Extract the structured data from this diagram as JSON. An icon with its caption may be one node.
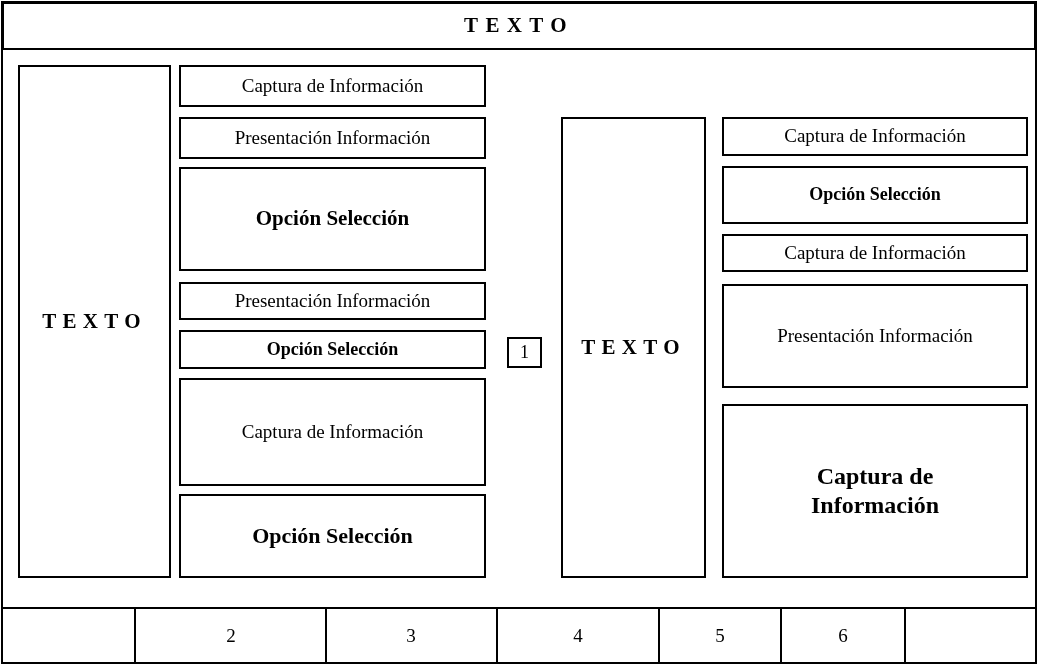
{
  "diagram": {
    "nodes": [
      {
        "text": [
          "TEXTO"
        ]
      },
      {
        "text": [
          "TEXTO"
        ]
      },
      {
        "text": [
          "Captura de Información"
        ]
      },
      {
        "text": [
          "Presentación Información"
        ]
      },
      {
        "text": [
          "Opción Selección"
        ]
      },
      {
        "text": [
          "Presentación Información"
        ]
      },
      {
        "text": [
          "Opción Selección"
        ]
      },
      {
        "text": [
          "Captura de Información"
        ]
      },
      {
        "text": [
          "Opción Selección"
        ]
      },
      {
        "text": [
          "1"
        ]
      },
      {
        "text": [
          "TEXTO"
        ]
      },
      {
        "text": [
          "Captura de Información"
        ]
      },
      {
        "text": [
          "Opción Selección"
        ]
      },
      {
        "text": [
          "Captura de Información"
        ]
      },
      {
        "text": [
          "Presentación Información"
        ]
      },
      {
        "text": [
          "Captura de Información"
        ]
      }
    ],
    "edges": [],
    "labels": [
      "2",
      "3",
      "4",
      "5",
      "6"
    ]
  }
}
